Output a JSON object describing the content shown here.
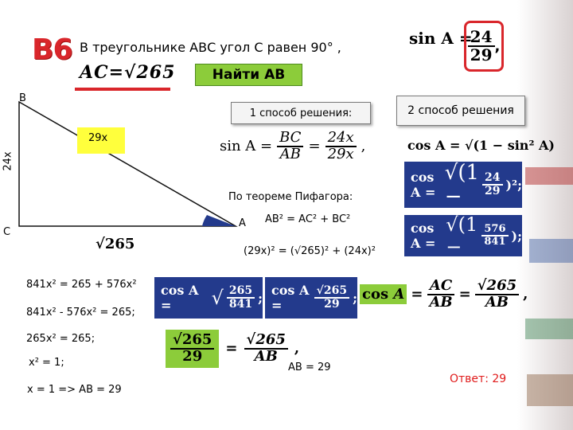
{
  "header": {
    "badge": "B6",
    "problem_text": "В треугольнике АВС угол С равен 90° ,",
    "sinA_label": "sin A =",
    "sinA_num": "24",
    "sinA_den": "29",
    "sinA_tail": ",",
    "given_AC": "AC=√265",
    "find_label": "Найти АВ"
  },
  "triangle": {
    "vertex_b": "B",
    "vertex_c": "C",
    "vertex_a": "A",
    "side_bc": "24x",
    "side_ab": "29x",
    "side_ac": "√265"
  },
  "method1": {
    "title": "1 способ решения:",
    "sin_eq_label": "sin A =",
    "bc": "BC",
    "ab": "AB",
    "x24": "24x",
    "x29": "29x",
    "sin_tail": ",",
    "pythagoras_title": "По теореме Пифагора:",
    "pythagoras_formula_html": "AB² = AC² + BC²",
    "step1": "(29x)² = (√265)² + (24x)²",
    "step2": "841x² = 265 + 576x²",
    "step3": "841x² - 576x² = 265;",
    "step4": "265x² = 265;",
    "step5": "x² = 1;",
    "step6": "x = 1 => AB = 29",
    "result": "AB = 29"
  },
  "method2": {
    "title": "2 способ решения",
    "cos_identity": "cos A = √(1 − sin² A)",
    "cos_sub_prefix": "cos A = ",
    "cos_sub_num": "24",
    "cos_sub_den": "29",
    "cos_sq_num": "576",
    "cos_sq_den": "841",
    "cos_root_num": "265",
    "cos_root_den": "841",
    "cos_val_num": "√265",
    "cos_val_den": "29",
    "cos_ratio_ac": "AC",
    "cos_ratio_ab": "AB",
    "cos_ratio_num": "√265",
    "cos_ratio_den": "AB",
    "final_num": "√265",
    "final_den": "29",
    "final_rhs_num": "√265",
    "final_rhs_den": "AB",
    "semicolon": ";",
    "comma": ","
  },
  "answer": "Ответ: 29",
  "colors": {
    "badge_red": "#d9262b",
    "navy": "#233a8c",
    "yellow": "#ffff3c",
    "green": "#8ccc3a",
    "answer_red": "#e01b1b"
  }
}
